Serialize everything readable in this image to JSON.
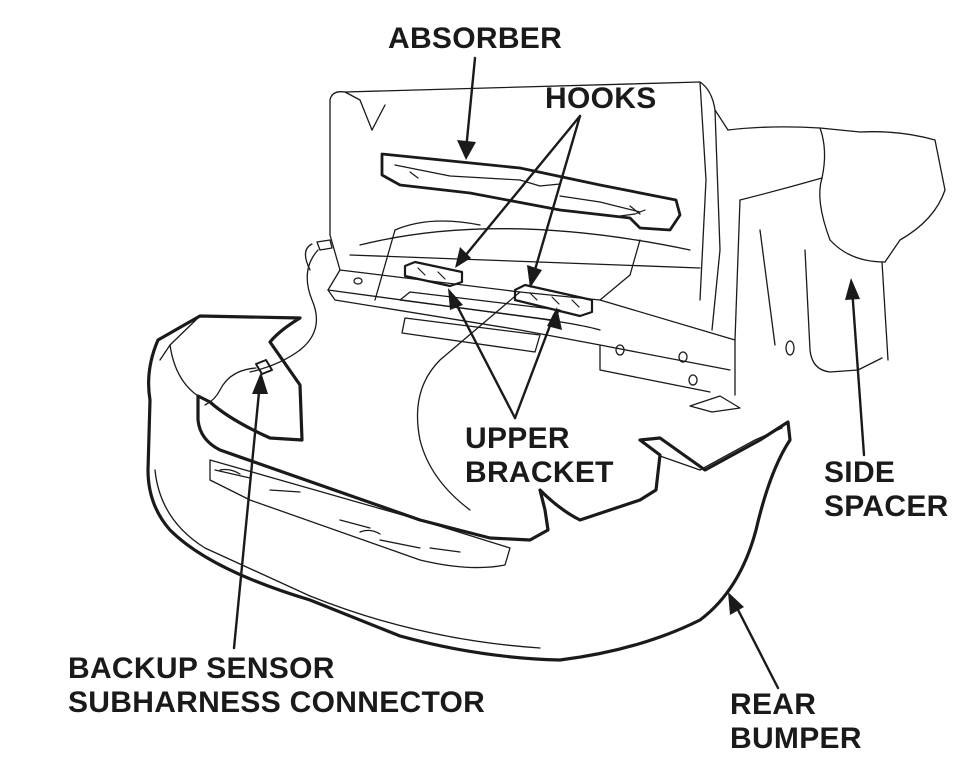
{
  "labels": {
    "absorber": "ABSORBER",
    "hooks": "HOOKS",
    "upper_bracket": [
      "UPPER",
      "BRACKET"
    ],
    "side_spacer": [
      "SIDE",
      "SPACER"
    ],
    "backup_sensor": [
      "BACKUP SENSOR",
      "SUBHARNESS CONNECTOR"
    ],
    "rear_bumper": [
      "REAR",
      "BUMPER"
    ]
  },
  "colors": {
    "ink": "#1a1a1a",
    "background": "#ffffff"
  }
}
